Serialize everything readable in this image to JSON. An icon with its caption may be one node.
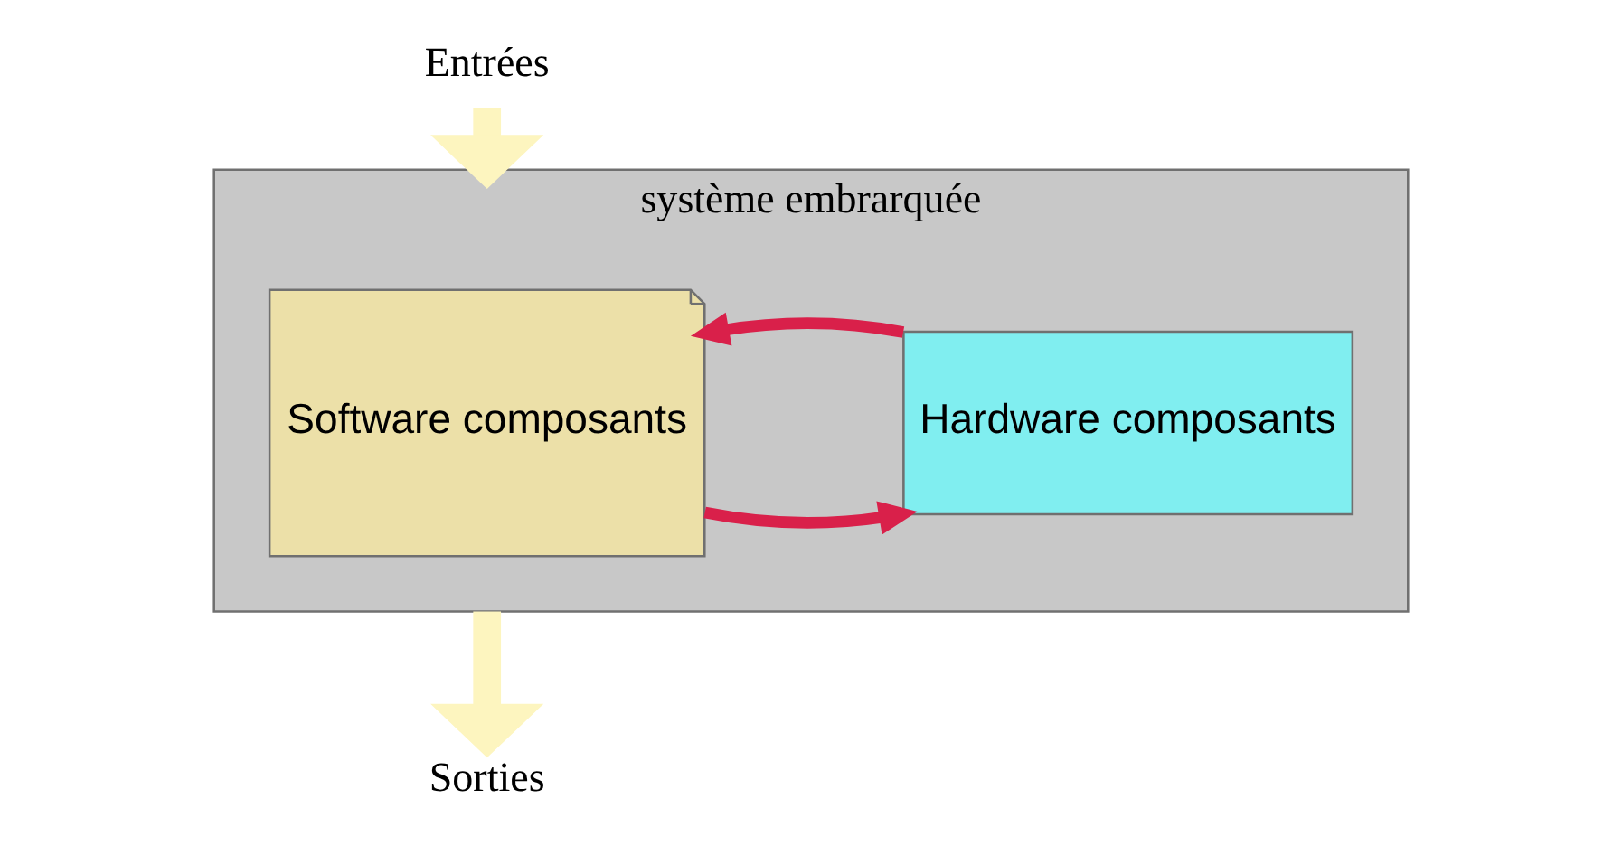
{
  "diagram": {
    "nodes": [
      {
        "text": [
          "Entrées"
        ]
      },
      {
        "text": [
          "système embrarquée"
        ]
      },
      {
        "text": [
          "Software composants"
        ],
        "in": 1
      },
      {
        "text": [
          "Hardware composants"
        ],
        "in": 1
      },
      {
        "text": [
          "Sorties"
        ]
      }
    ],
    "edges": [
      {
        "from": 0,
        "to": 1,
        "arrow": "to",
        "style": "thick",
        "color": "#fdf5bf"
      },
      {
        "from": 2,
        "to": 3,
        "arrow": "to",
        "color": "#d9204a"
      },
      {
        "from": 3,
        "to": 2,
        "arrow": "to",
        "color": "#d9204a"
      },
      {
        "from": 1,
        "to": 4,
        "arrow": "to",
        "style": "thick",
        "color": "#fdf5bf"
      }
    ]
  }
}
